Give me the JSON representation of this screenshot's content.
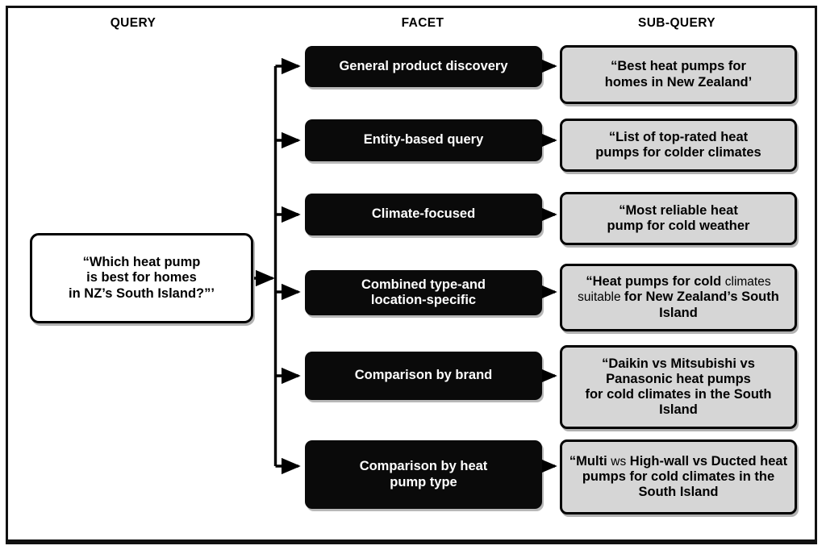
{
  "figure": {
    "title_columns": [
      {
        "id": "query",
        "label": "QUERY"
      },
      {
        "id": "facet",
        "label": "FACET"
      },
      {
        "id": "subquery",
        "label": "SUB-QUERY"
      }
    ],
    "colors": {
      "facet_fill": "#0a0a0a",
      "facet_text": "#ffffff",
      "subquery_fill": "#d6d6d6",
      "subquery_text": "#000000",
      "query_fill": "#ffffff",
      "query_text": "#000000",
      "border": "#000000",
      "background": "#ffffff"
    }
  },
  "query": {
    "text": "“Which heat pump is best for homes in NZ’s South Island?”’",
    "lines": [
      "“Which heat pump",
      "is best for homes",
      "in NZ’s South Island?”’"
    ]
  },
  "rows": [
    {
      "index": 1,
      "facet": {
        "label": "General product discovery",
        "lines": [
          "General product discovery"
        ]
      },
      "subquery": {
        "text": "“Best heat pumps for homes in New Zealand’",
        "lines": [
          "“Best heat pumps for",
          "homes in New Zealand’"
        ]
      }
    },
    {
      "index": 2,
      "facet": {
        "label": "Entity-based query",
        "lines": [
          "Entity-based query"
        ]
      },
      "subquery": {
        "text": "“List of top-rated heat pumps for colder climates",
        "lines": [
          "“List of top-rated heat",
          "pumps for colder climates"
        ]
      }
    },
    {
      "index": 3,
      "facet": {
        "label": "Climate-focused",
        "lines": [
          "Climate-focused"
        ]
      },
      "subquery": {
        "text": "“Most reliable heat pump for cold weather",
        "lines": [
          "“Most reliable heat",
          "pump for cold weather"
        ]
      }
    },
    {
      "index": 4,
      "facet": {
        "label": "Combined type-and location-specific",
        "lines": [
          "Combined type-and",
          "location-specific"
        ]
      },
      "subquery": {
        "text": "“Heat pumps for cold climates suitable for New Zealand’s South Island",
        "segments": [
          {
            "text": "“Heat pumps for cold ",
            "weight": "bold"
          },
          {
            "text": "climates",
            "weight": "thin"
          },
          {
            "text": " suitable ",
            "weight": "thin"
          },
          {
            "text": "for New Zealand’s South Island",
            "weight": "bold"
          }
        ]
      }
    },
    {
      "index": 5,
      "facet": {
        "label": "Comparison by brand",
        "lines": [
          "Comparison by brand"
        ]
      },
      "subquery": {
        "text": "“Daikin vs Mitsubishi vs Panasonic heat pumps for cold climates in the South Island",
        "lines": [
          "“Daikin vs Mitsubishi vs",
          "Panasonic heat pumps",
          "for cold climates in the South",
          "Island"
        ]
      }
    },
    {
      "index": 6,
      "facet": {
        "label": "Comparison by heat pump type",
        "lines": [
          "Comparison by heat",
          "pump type"
        ]
      },
      "subquery": {
        "text": "“Multi ws High-wall vs Ducted heat pumps for cold climates in the South Island",
        "segments": [
          {
            "text": "“Multi ",
            "weight": "bold"
          },
          {
            "text": "ws",
            "weight": "thin"
          },
          {
            "text": " High-wall vs Ducted heat pumps for cold climates in the South Island",
            "weight": "bold"
          }
        ]
      }
    }
  ]
}
